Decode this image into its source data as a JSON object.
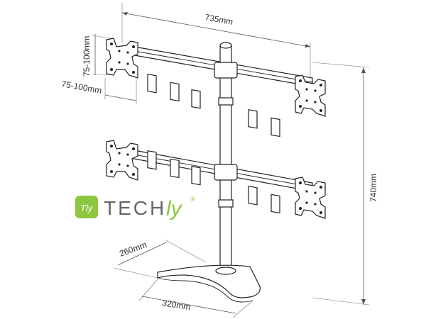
{
  "dimensions": {
    "width": "735mm",
    "height": "740mm",
    "vesa_vertical": "75-100mm",
    "vesa_horizontal": "75-100mm",
    "base_depth": "260mm",
    "base_width": "320mm"
  },
  "logo": {
    "icon_text": "Tly",
    "brand_main": "TECH",
    "brand_accent": "ly",
    "trademark": "®"
  },
  "colors": {
    "brand_green": "#8dc63f",
    "brand_grey": "#666666",
    "line": "#222222"
  }
}
